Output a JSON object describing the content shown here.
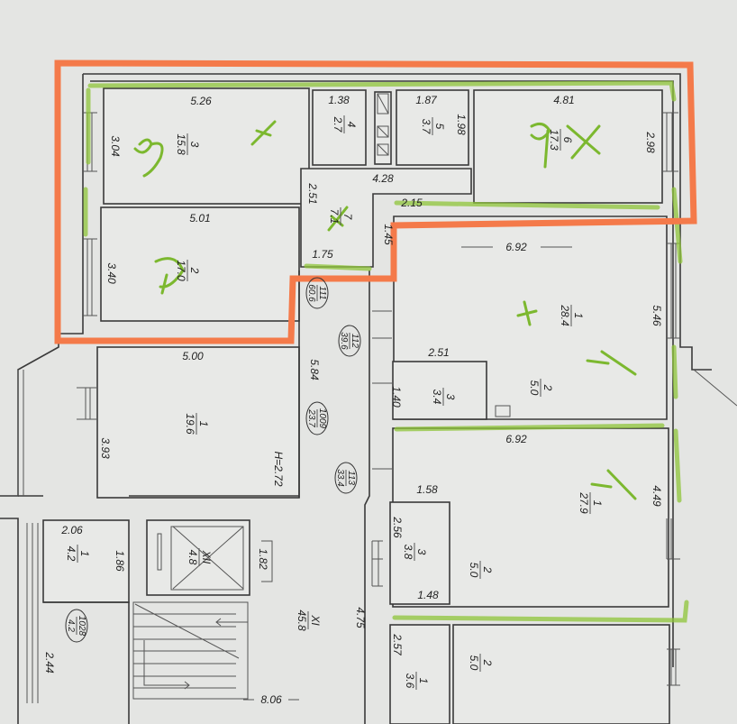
{
  "colors": {
    "highlight_outline": "#f47a4a",
    "marker": "#8fc43a",
    "paper": "#e4e5e3",
    "line": "#3a3a3a"
  },
  "rooms": [
    {
      "number": "3",
      "area": "15.8"
    },
    {
      "number": "2",
      "area": "17.0"
    },
    {
      "number": "4",
      "area": "2.7"
    },
    {
      "number": "5",
      "area": "3.7"
    },
    {
      "number": "6",
      "area": "17.3"
    },
    {
      "number": "7",
      "area": "7.1"
    },
    {
      "number": "1",
      "area": "28.4"
    },
    {
      "number": "2",
      "area": "5.0"
    },
    {
      "number": "3",
      "area": "3.4"
    },
    {
      "number": "1",
      "area": "19.6"
    },
    {
      "number": "1",
      "area": "27.9"
    },
    {
      "number": "3",
      "area": "3.8"
    },
    {
      "number": "2",
      "area": "5.0"
    },
    {
      "number": "1",
      "area": "3.6"
    },
    {
      "number": "2",
      "area": "5.0"
    },
    {
      "number": "1",
      "area": "4.2"
    },
    {
      "number": "XII",
      "area": "4.8"
    },
    {
      "number": "XI",
      "area": "45.8"
    }
  ],
  "units": [
    {
      "number": "111",
      "area": "60.6"
    },
    {
      "number": "112",
      "area": "39.6"
    },
    {
      "number": "1009",
      "area": "23.7"
    },
    {
      "number": "113",
      "area": "33.4"
    },
    {
      "number": "1028",
      "area": "4.2"
    }
  ],
  "dimensions": [
    "5.26",
    "3.04",
    "5.01",
    "3.40",
    "1.38",
    "1.87",
    "1.98",
    "4.81",
    "2.98",
    "4.28",
    "2.51",
    "2.15",
    "1.45",
    "1.75",
    "6.92",
    "5.46",
    "2.51",
    "1.40",
    "5.00",
    "3.93",
    "H=2.72",
    "5.84",
    "6.92",
    "4.49",
    "1.58",
    "2.56",
    "1.48",
    "2.57",
    "2.06",
    "1.86",
    "1.82",
    "4.75",
    "2.44",
    "8.06"
  ]
}
